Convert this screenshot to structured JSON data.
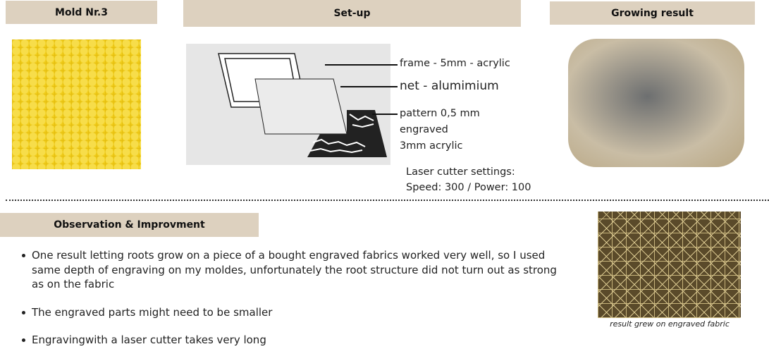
{
  "headers": {
    "mold": "Mold Nr.3",
    "setup": "Set-up",
    "result": "Growing result",
    "observation": "Observation & Improvment"
  },
  "setup": {
    "labels": [
      "frame - 5mm - acrylic",
      "net - alumimium",
      "pattern 0,5 mm",
      "engraved",
      "3mm acrylic"
    ],
    "laser_title": "Laser cutter settings:",
    "laser_values": "Speed: 300 / Power: 100"
  },
  "observations": [
    "One result letting roots grow on a piece of a bought engraved fabrics worked very well, so I used same depth of engraving on my moldes, unfortunately the root structure did not turn out as strong as on the fabric",
    "The engraved parts might need to be smaller",
    "Engravingwith a laser cutter takes very long"
  ],
  "fabric_caption": "result grew on engraved fabric",
  "colors": {
    "header_bg": "#ddd1bf",
    "mold_yellow": "#f2cf1c"
  }
}
